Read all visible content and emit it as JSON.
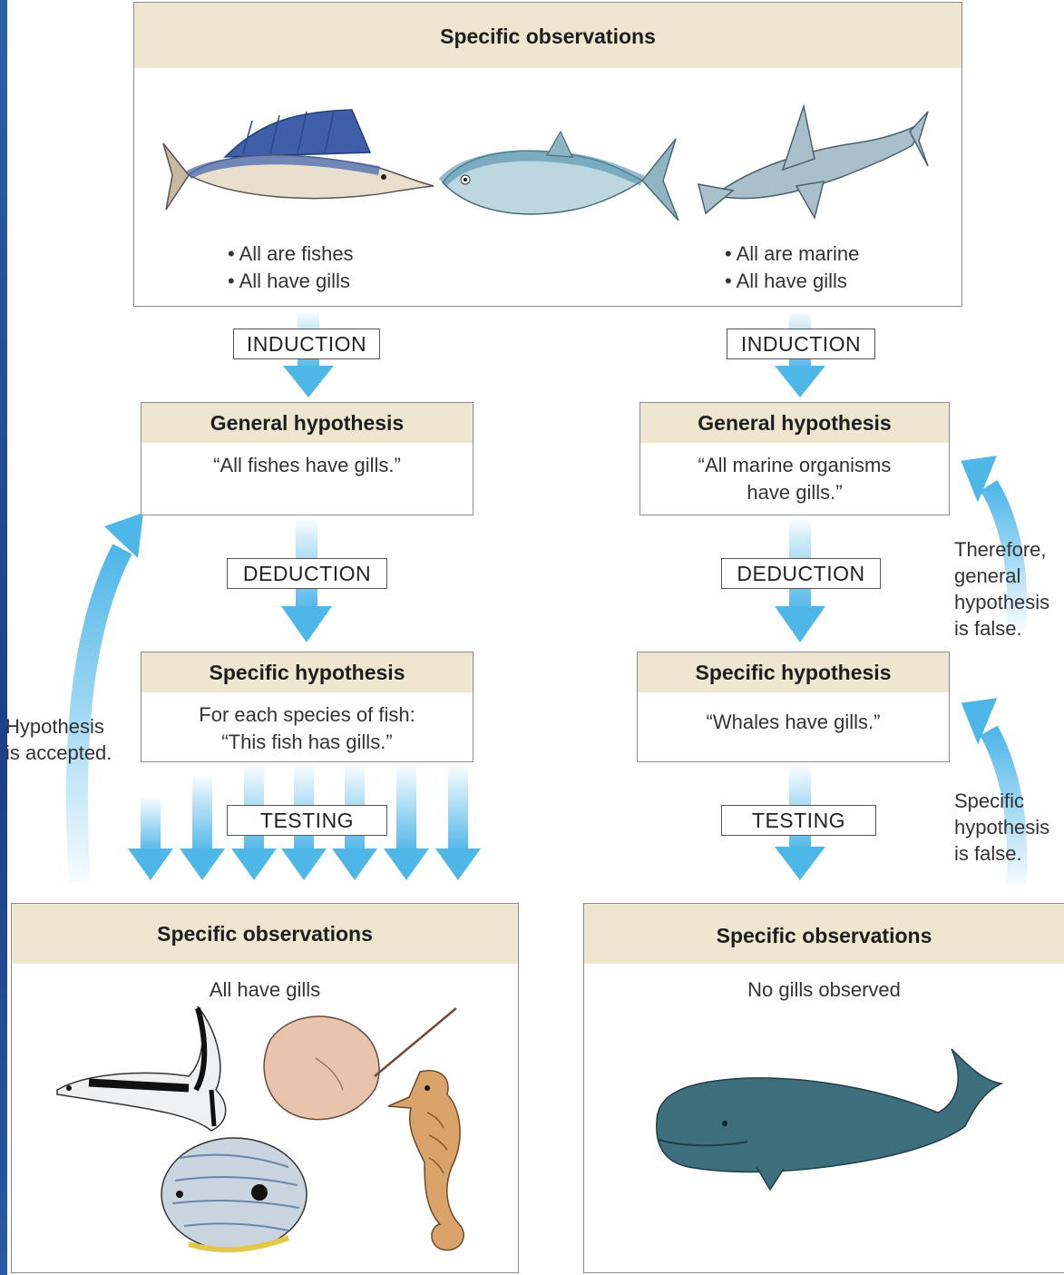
{
  "top_box": {
    "header": "Specific observations",
    "left_bullets": [
      "All are fishes",
      "All have gills"
    ],
    "right_bullets": [
      "All are marine",
      "All have gills"
    ],
    "animals": [
      "sailfish",
      "tuna",
      "hammerhead shark"
    ]
  },
  "left_branch": {
    "induction_label": "INDUCTION",
    "general": {
      "header": "General hypothesis",
      "text": "“All fishes have gills.”"
    },
    "deduction_label": "DEDUCTION",
    "specific": {
      "header": "Specific hypothesis",
      "line1": "For each species of fish:",
      "line2": "“This fish has gills.”"
    },
    "testing_label": "TESTING",
    "observations": {
      "header": "Specific observations",
      "text": "All have gills",
      "animals": [
        "angelfish",
        "stingray",
        "butterflyfish",
        "seahorse"
      ]
    },
    "loop_note": [
      "Hypothesis",
      "is accepted."
    ]
  },
  "right_branch": {
    "induction_label": "INDUCTION",
    "general": {
      "header": "General hypothesis",
      "line1": "“All marine organisms",
      "line2": "have gills.”"
    },
    "deduction_label": "DEDUCTION",
    "specific": {
      "header": "Specific hypothesis",
      "text": "“Whales have gills.”"
    },
    "testing_label": "TESTING",
    "observations": {
      "header": "Specific observations",
      "text": "No gills observed",
      "animals": [
        "sperm whale"
      ]
    },
    "note_general": [
      "Therefore,",
      "general",
      "hypothesis",
      "is false."
    ],
    "note_specific": [
      "Specific",
      "hypothesis",
      "is false."
    ]
  },
  "colors": {
    "header_fill": "#efe6cf",
    "arrow_blue": "#4fb6e8",
    "border": "#8c8c8c"
  }
}
